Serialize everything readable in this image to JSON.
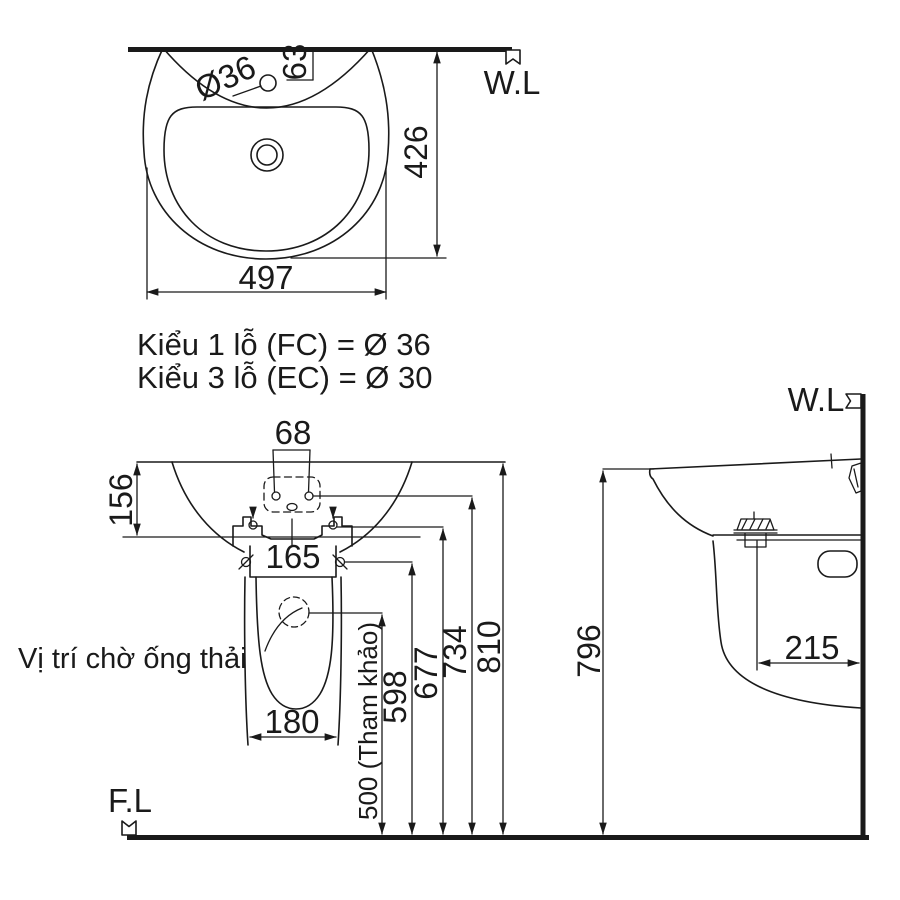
{
  "colors": {
    "line": "#1a1a1a",
    "background": "#ffffff"
  },
  "top_view": {
    "wall_label": "W.L",
    "faucet_hole_dia": "Ø36",
    "faucet_hole_offset": "63",
    "overall_depth": "426",
    "overall_width": "497"
  },
  "hole_notes": {
    "line1": "Kiểu 1 lỗ (FC) = Ø 36",
    "line2": "Kiểu 3 lỗ (EC) = Ø 30"
  },
  "front_view": {
    "hanger_hole_pitch": "68",
    "rim_to_underside": "156",
    "pedestal_top_width": "165",
    "pedestal_base_width": "180",
    "waste_pipe_note": "Vị trí chờ ống thải",
    "floor_label": "F.L",
    "height_drain_ref": "500 (Tham khảo)",
    "height_pedestal_bolt": "598",
    "height_fixing_bolt": "677",
    "height_hanger_hole": "734",
    "height_rim": "810"
  },
  "side_view": {
    "wall_label": "W.L",
    "bracket_to_wall": "215",
    "height_front_edge": "796"
  }
}
